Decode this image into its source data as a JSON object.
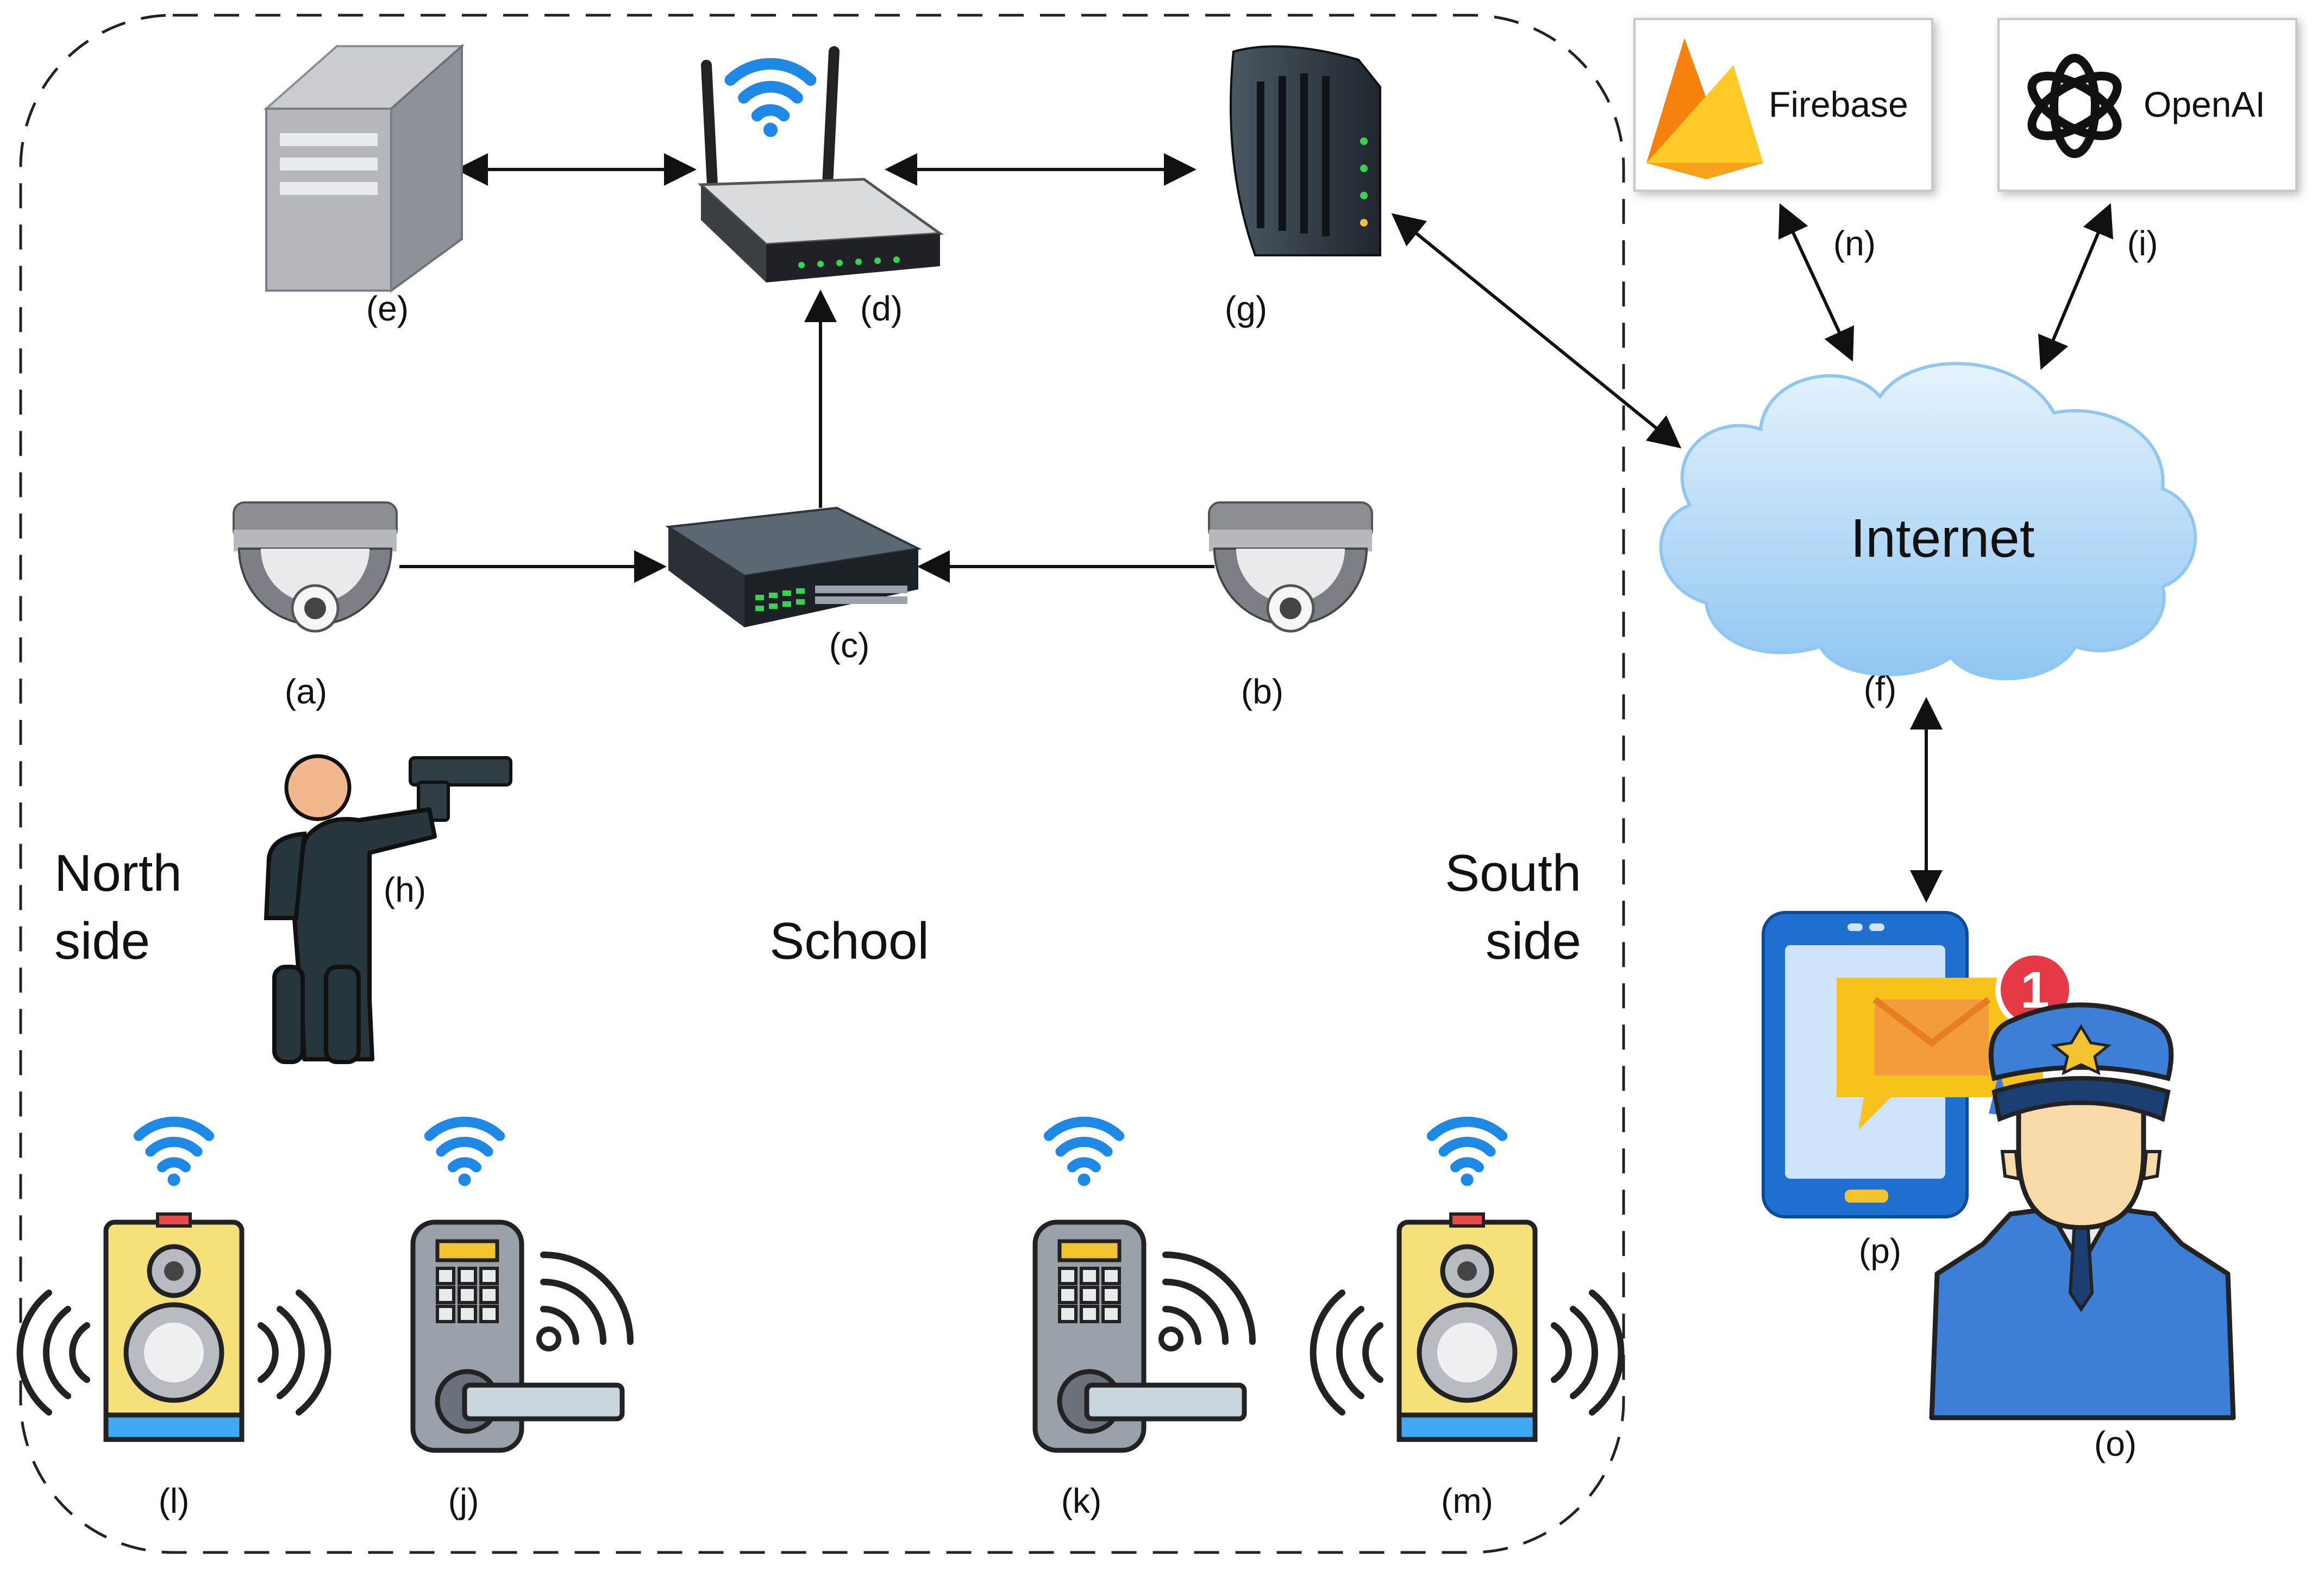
{
  "colors": {
    "wifi": "#1e88e5",
    "speaker_body": "#f5e07a",
    "speaker_bar": "#3fa9f5",
    "lock_body": "#9aa0a8",
    "phone_body": "#1f6fd1",
    "cloud": "#b8dcf7",
    "police_uniform": "#3d7fd6",
    "firebase_orange": "#f6a21b"
  },
  "regions": {
    "school": "School",
    "north": [
      "North",
      "side"
    ],
    "south": [
      "South",
      "side"
    ]
  },
  "cloud_label": "Internet",
  "services": {
    "firebase": "Firebase",
    "openai": "OpenAI"
  },
  "labels": {
    "a": "(a)",
    "b": "(b)",
    "c": "(c)",
    "d": "(d)",
    "e": "(e)",
    "f": "(f)",
    "g": "(g)",
    "h": "(h)",
    "i": "(i)",
    "j": "(j)",
    "k": "(k)",
    "l": "(l)",
    "m": "(m)",
    "n": "(n)",
    "o": "(o)",
    "p": "(p)"
  },
  "notification_count": "1",
  "icons": {
    "server": "server-tower-icon",
    "router": "wifi-router-icon",
    "modem": "cable-modem-icon",
    "camera": "dome-camera-icon",
    "switch": "network-switch-icon",
    "shooter": "armed-person-icon",
    "speaker": "wireless-speaker-icon",
    "lock": "smart-door-lock-icon",
    "phone": "smartphone-notification-icon",
    "police": "police-officer-icon",
    "cloud": "internet-cloud-icon",
    "firebase": "firebase-logo-icon",
    "openai": "openai-logo-icon"
  }
}
